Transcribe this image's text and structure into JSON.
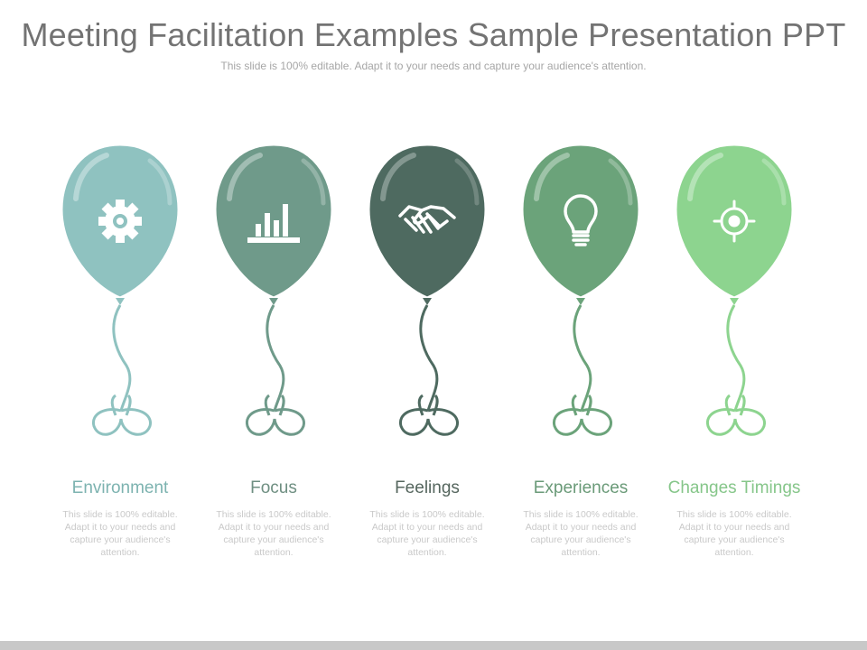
{
  "slide": {
    "title": "Meeting Facilitation Examples Sample Presentation PPT",
    "subtitle": "This slide is 100% editable. Adapt it to your needs and capture your audience's attention."
  },
  "balloons": [
    {
      "label": "Environment",
      "icon": "gear-icon",
      "color": "#8fc2c0",
      "label_color": "#7db3b0",
      "description": "This slide is 100% editable. Adapt it to your needs and capture your audience's attention."
    },
    {
      "label": "Focus",
      "icon": "bar-chart-icon",
      "color": "#6f9a8a",
      "label_color": "#6f8f82",
      "description": "This slide is 100% editable. Adapt it to your needs and capture your audience's attention."
    },
    {
      "label": "Feelings",
      "icon": "handshake-icon",
      "color": "#4e6a60",
      "label_color": "#55665e",
      "description": "This slide is 100% editable. Adapt it to your needs and capture your audience's attention."
    },
    {
      "label": "Experiences",
      "icon": "lightbulb-icon",
      "color": "#6ba37a",
      "label_color": "#6a9a78",
      "description": "This slide is 100% editable. Adapt it to your needs and capture your audience's attention."
    },
    {
      "label": "Changes Timings",
      "icon": "target-icon",
      "color": "#8dd48f",
      "label_color": "#86c68a",
      "description": "This slide is 100% editable. Adapt it to your needs and capture your audience's attention."
    }
  ]
}
